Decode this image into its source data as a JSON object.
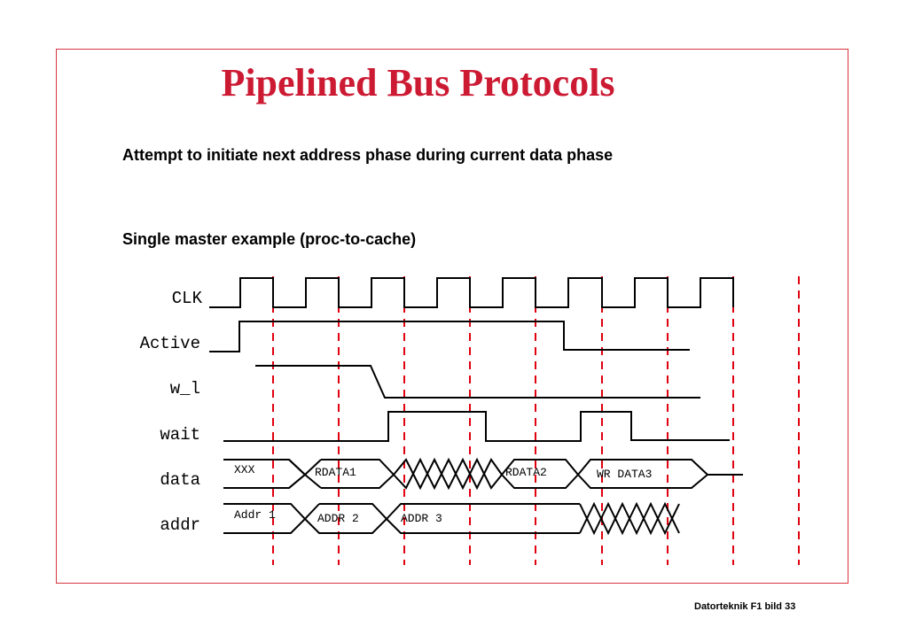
{
  "title": "Pipelined Bus Protocols",
  "subtitle": "Attempt to initiate next address phase during current data phase",
  "example_heading": "Single master example (proc-to-cache)",
  "diagram": {
    "signals": {
      "clk": "CLK",
      "active": "Active",
      "w_l": "w_l",
      "wait": "wait",
      "data": "data",
      "addr": "addr"
    },
    "data_values": {
      "xxx": "XXX",
      "rdata1": "RDATA1",
      "rdata2": "RDATA2",
      "wrdata3": "WR DATA3"
    },
    "addr_values": {
      "addr1": "Addr 1",
      "addr2": "ADDR 2",
      "addr3": "ADDR 3"
    },
    "colors": {
      "frame": "#d9333f",
      "title": "#cc1a33",
      "dash": "#e0000f",
      "trace": "#000000"
    }
  },
  "footer": "Datorteknik F1 bild 33"
}
